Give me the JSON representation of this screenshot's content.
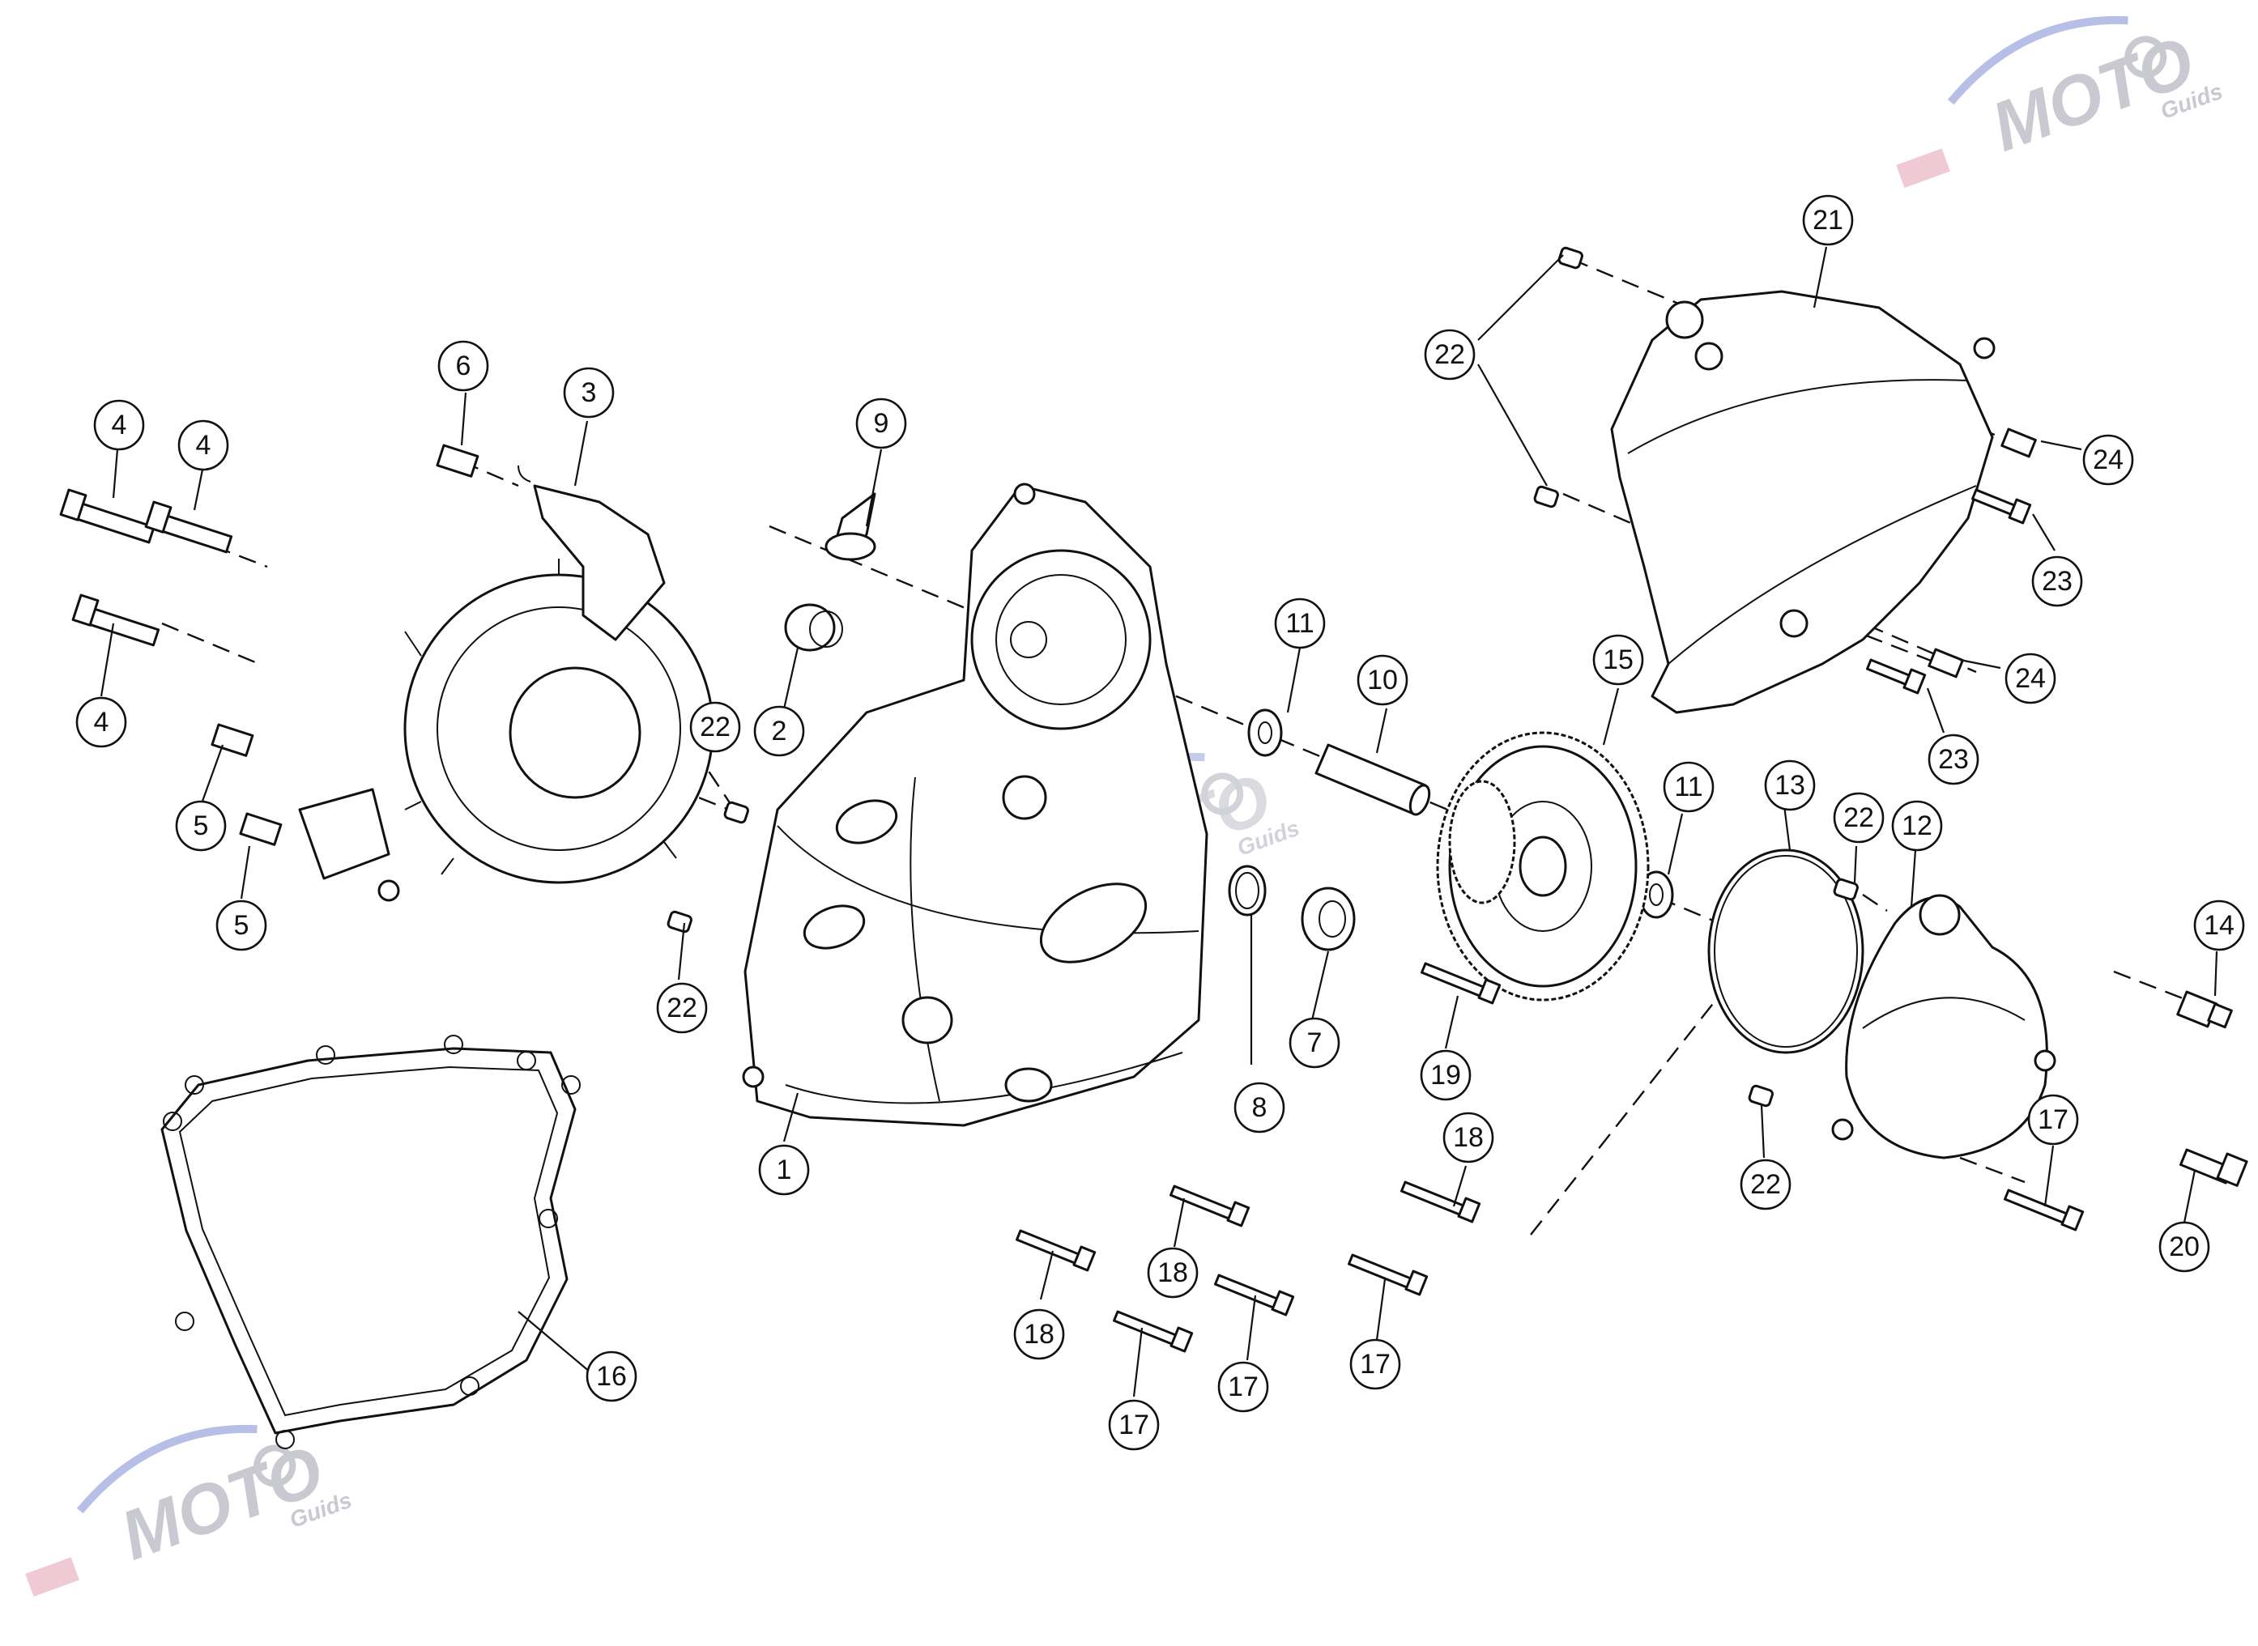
{
  "watermark": {
    "brand": "MOTO",
    "tagline": "Guids",
    "colors": {
      "text": "#c9c9d2",
      "swoosh": "#b7bfe6",
      "accent": "#e4a7b7"
    }
  },
  "callouts": [
    "1",
    "2",
    "3",
    "4",
    "4",
    "4",
    "5",
    "5",
    "6",
    "7",
    "8",
    "9",
    "10",
    "11",
    "11",
    "12",
    "13",
    "14",
    "15",
    "16",
    "17",
    "17",
    "17",
    "17",
    "17",
    "18",
    "18",
    "18",
    "19",
    "20",
    "21",
    "22",
    "22",
    "22",
    "22",
    "22",
    "23",
    "23",
    "24",
    "24"
  ],
  "parts": [
    {
      "id": "1",
      "icon": "crankcase-cover-icon"
    },
    {
      "id": "2",
      "icon": "bushing-icon"
    },
    {
      "id": "3",
      "icon": "wiring-harness-icon"
    },
    {
      "id": "4",
      "icon": "bolt-icon"
    },
    {
      "id": "5",
      "icon": "short-bolt-icon"
    },
    {
      "id": "6",
      "icon": "short-bolt-icon"
    },
    {
      "id": "7",
      "icon": "bearing-icon"
    },
    {
      "id": "8",
      "icon": "o-ring-icon"
    },
    {
      "id": "9",
      "icon": "grommet-icon"
    },
    {
      "id": "10",
      "icon": "shaft-icon"
    },
    {
      "id": "11",
      "icon": "washer-icon"
    },
    {
      "id": "12",
      "icon": "starter-cover-icon"
    },
    {
      "id": "13",
      "icon": "o-ring-icon"
    },
    {
      "id": "14",
      "icon": "plug-bolt-icon"
    },
    {
      "id": "15",
      "icon": "gear-icon"
    },
    {
      "id": "16",
      "icon": "gasket-icon"
    },
    {
      "id": "17",
      "icon": "bolt-icon"
    },
    {
      "id": "18",
      "icon": "bolt-icon"
    },
    {
      "id": "19",
      "icon": "bolt-icon"
    },
    {
      "id": "20",
      "icon": "bolt-icon"
    },
    {
      "id": "21",
      "icon": "sprocket-cover-icon"
    },
    {
      "id": "22",
      "icon": "dowel-pin-icon"
    },
    {
      "id": "23",
      "icon": "bolt-icon"
    },
    {
      "id": "24",
      "icon": "short-bolt-icon"
    }
  ]
}
